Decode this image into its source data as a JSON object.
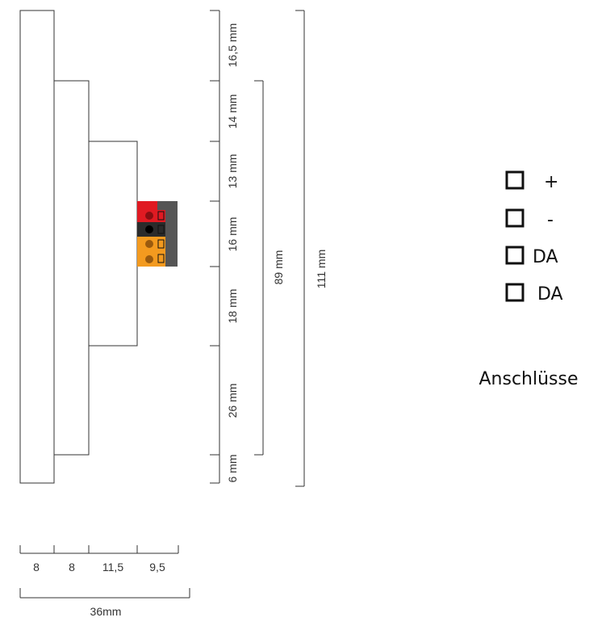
{
  "vertical_dims": [
    "16,5 mm",
    "14 mm",
    "13 mm",
    "16 mm",
    "18 mm",
    "26 mm",
    "6 mm"
  ],
  "overall_inner": "89 mm",
  "overall_outer": "111 mm",
  "horizontal_dims": [
    "8",
    "8",
    "11,5",
    "9,5"
  ],
  "total_width": "36mm",
  "terminals": [
    "+",
    "-",
    "DA",
    "DA"
  ],
  "terminal_caption": "Anschlüsse",
  "colors": {
    "line": "#333333",
    "terminal_red": "#e01a22",
    "terminal_black": "#2b2b2b",
    "terminal_orange": "#f39a1f",
    "terminal_body": "#555555"
  }
}
